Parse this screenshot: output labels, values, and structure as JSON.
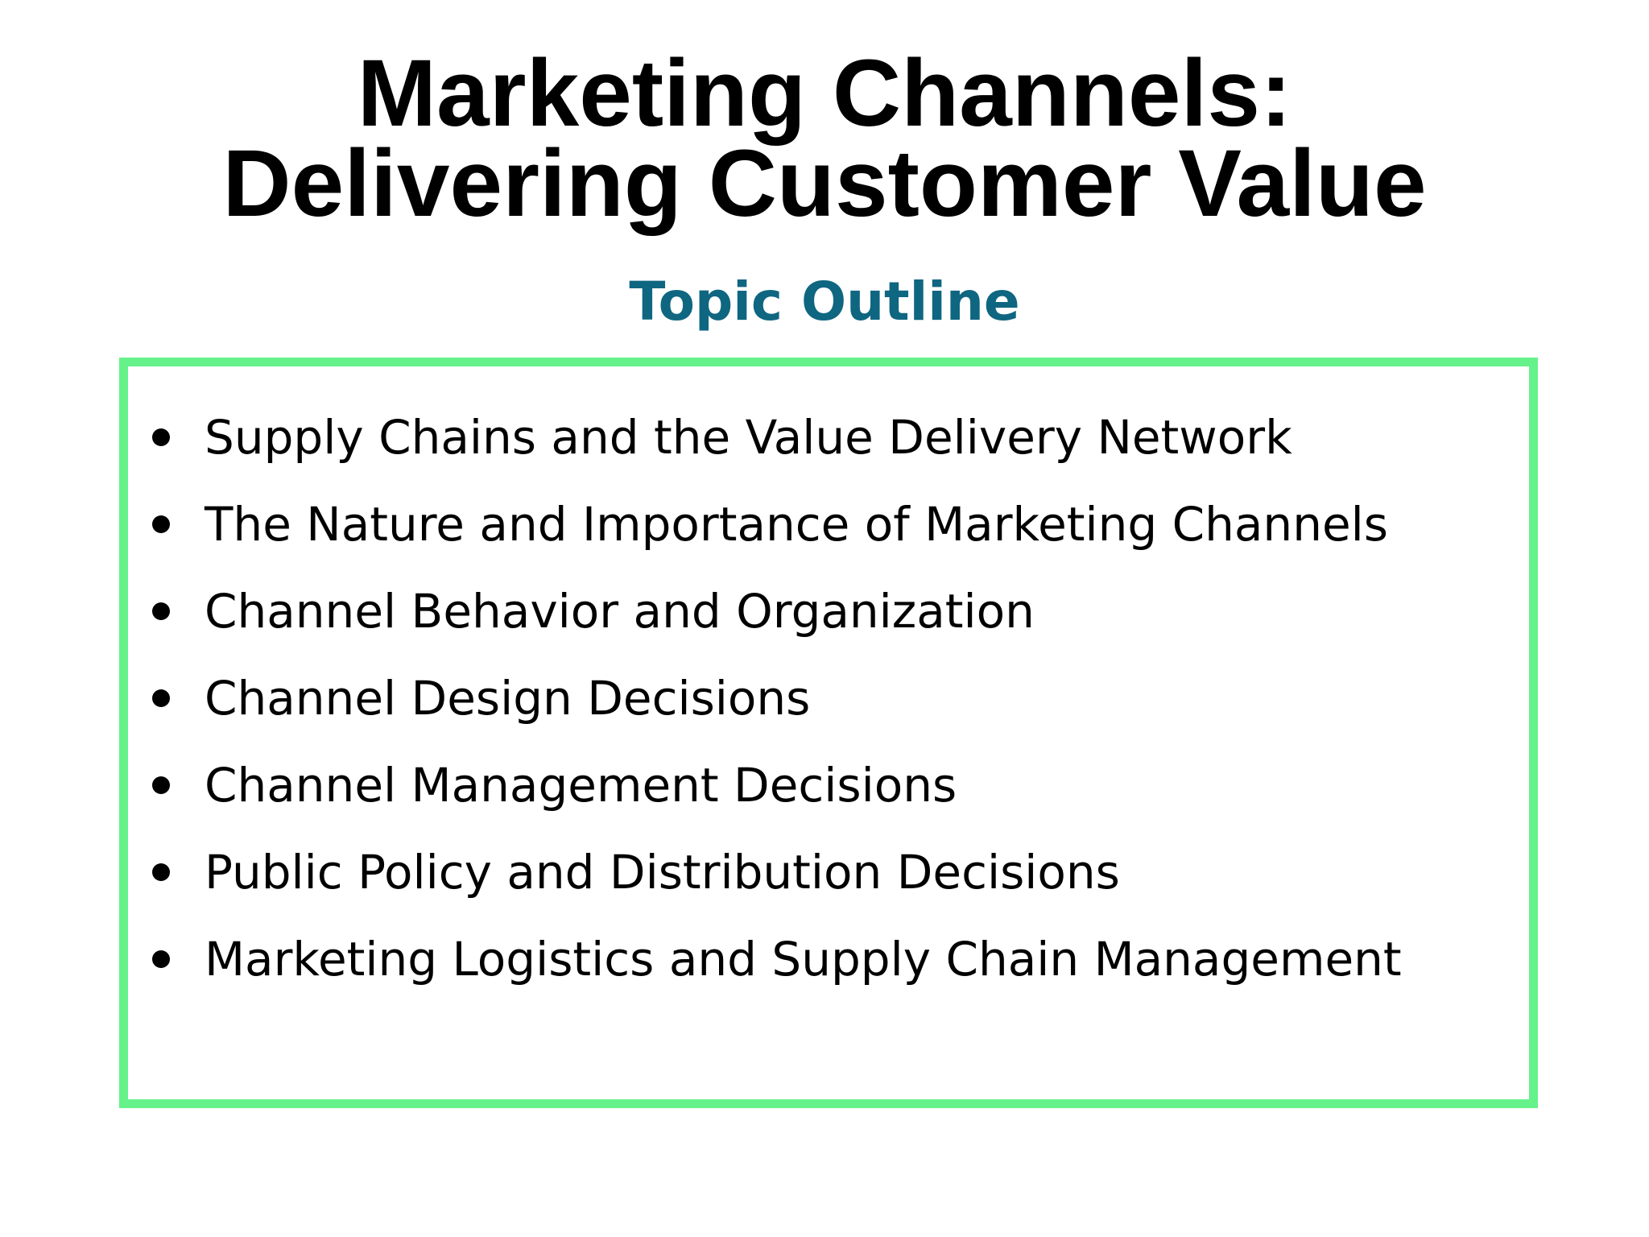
{
  "slide": {
    "title_line1": "Marketing Channels:",
    "title_line2": "Delivering Customer Value",
    "subtitle": "Topic Outline",
    "colors": {
      "subtitle": "#0f6680",
      "box_border": "#66f28a",
      "text": "#000000"
    },
    "topics": [
      "Supply Chains and the Value Delivery Network",
      "The Nature and Importance of Marketing Channels",
      "Channel Behavior and Organization",
      "Channel Design Decisions",
      "Channel Management Decisions",
      "Public Policy and Distribution Decisions",
      "Marketing Logistics and Supply Chain Management"
    ]
  }
}
